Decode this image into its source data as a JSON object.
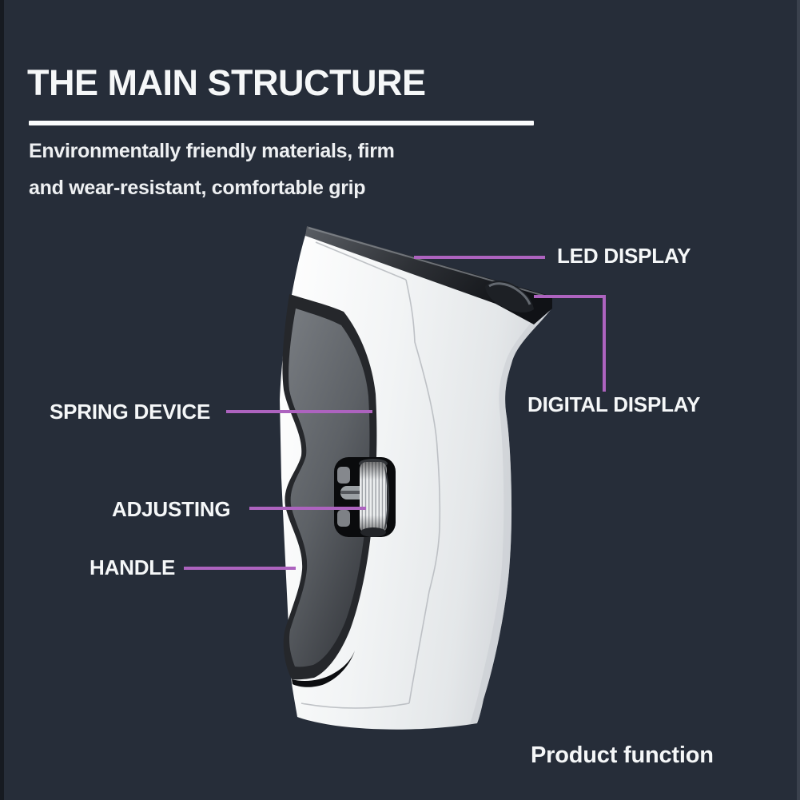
{
  "theme": {
    "background": "#262d39",
    "accent": "#ad63bf",
    "text": "#f5f7f8"
  },
  "header": {
    "title": "THE MAIN STRUCTURE",
    "subtitle_line1": "Environmentally friendly materials, firm",
    "subtitle_line2": "and wear-resistant, comfortable grip"
  },
  "callouts": [
    {
      "id": "led-display",
      "label": "LED DISPLAY"
    },
    {
      "id": "digital-display",
      "label": "DIGITAL DISPLAY"
    },
    {
      "id": "spring-device",
      "label": "SPRING DEVICE"
    },
    {
      "id": "adjusting",
      "label": "ADJUSTING"
    },
    {
      "id": "handle",
      "label": "HANDLE"
    }
  ],
  "footer": {
    "caption": "Product function"
  }
}
